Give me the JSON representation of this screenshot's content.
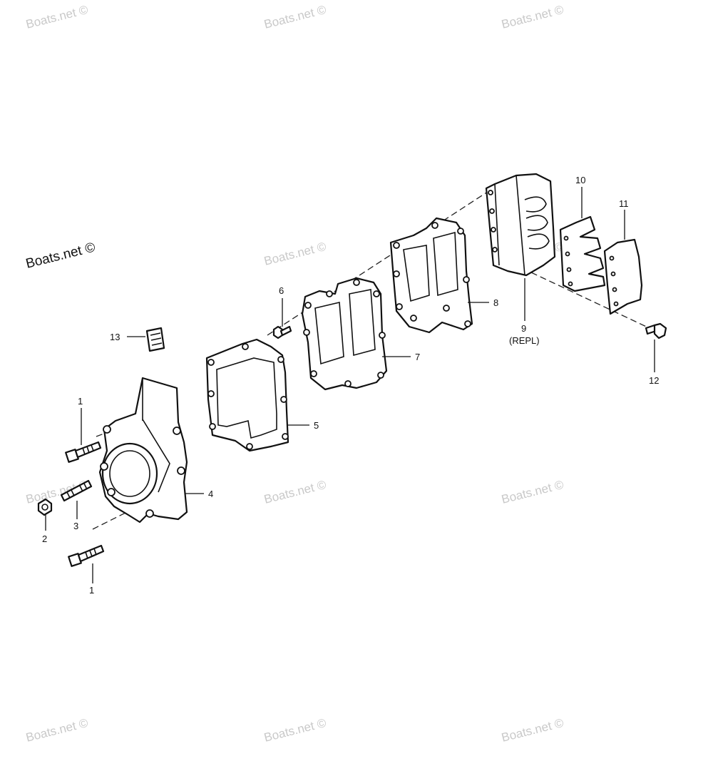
{
  "brand_label": "Boats.net ©",
  "watermark_text": "Boats.net ©",
  "callouts": {
    "p1a": "1",
    "p1b": "1",
    "p2": "2",
    "p3": "3",
    "p4": "4",
    "p5": "5",
    "p6": "6",
    "p7": "7",
    "p8": "8",
    "p9": "9",
    "p9_note": "(REPL)",
    "p10": "10",
    "p11": "11",
    "p12": "12",
    "p13": "13"
  }
}
